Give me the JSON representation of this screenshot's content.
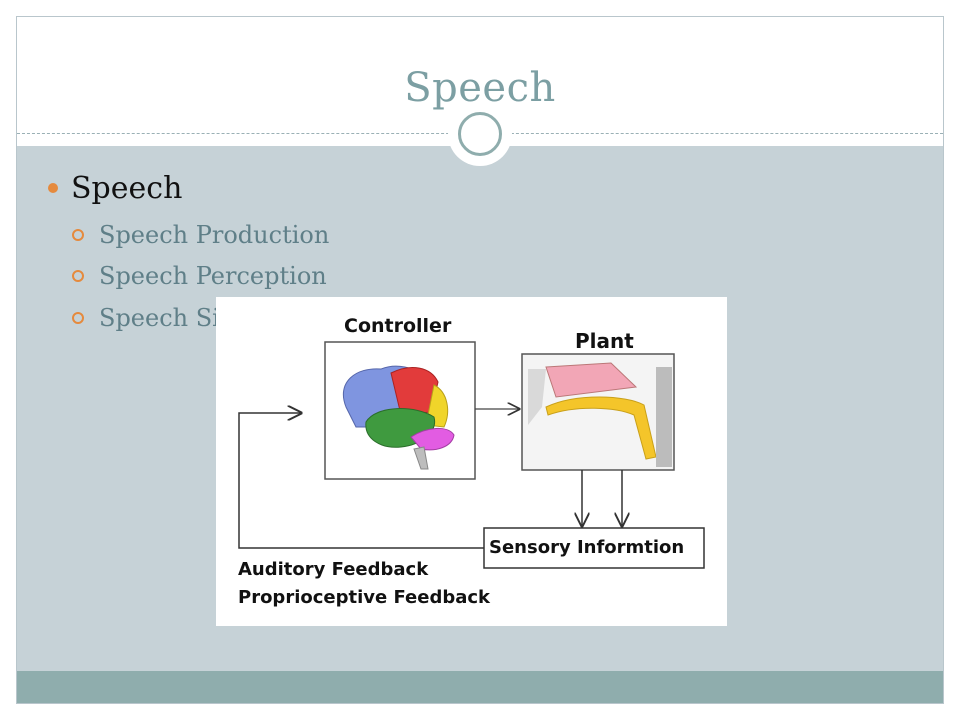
{
  "slide": {
    "title": "Speech",
    "bullets": {
      "main": "Speech",
      "subs": [
        "Speech Production",
        "Speech Perception",
        "Speech Si"
      ]
    }
  },
  "diagram": {
    "controller_label": "Controller",
    "plant_label": "Plant",
    "sensory_label": "Sensory Informtion",
    "feedback_lines": [
      "Auditory Feedback",
      "Proprioceptive Feedback"
    ]
  },
  "colors": {
    "title": "#7c9fa3",
    "content_bg": "#c6d2d7",
    "footer": "#8fadad",
    "bullet_accent": "#e58a3d",
    "sub_text": "#5f7f88"
  }
}
